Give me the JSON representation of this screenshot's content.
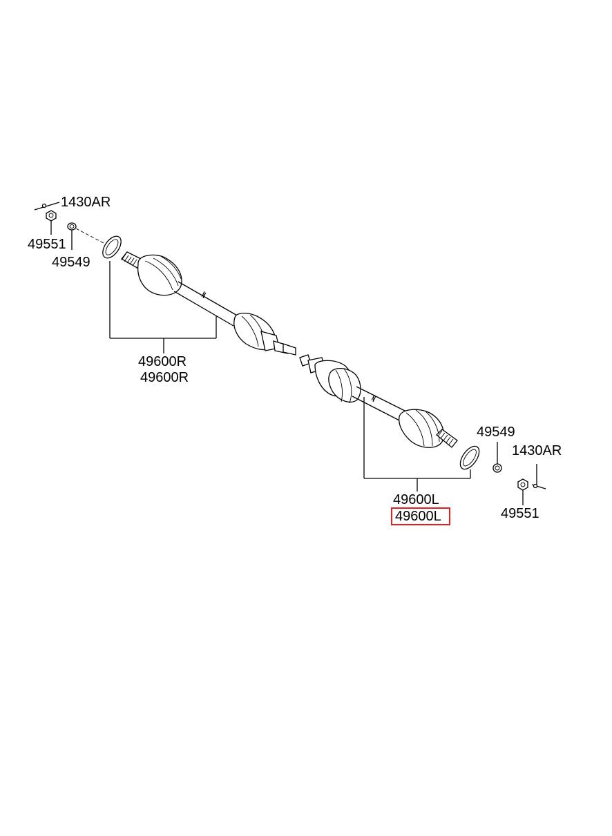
{
  "labels": {
    "cotter_pin_left": "1430AR",
    "nut_left": "49551",
    "washer_left": "49549",
    "shaft_right": "49600R",
    "shaft_right_2": "49600R",
    "washer_right": "49549",
    "cotter_pin_right": "1430AR",
    "shaft_left": "49600L",
    "shaft_left_highlighted": "49600L",
    "nut_right": "49551"
  },
  "colors": {
    "highlight": "#e02020",
    "line": "#000000",
    "background": "#ffffff"
  }
}
